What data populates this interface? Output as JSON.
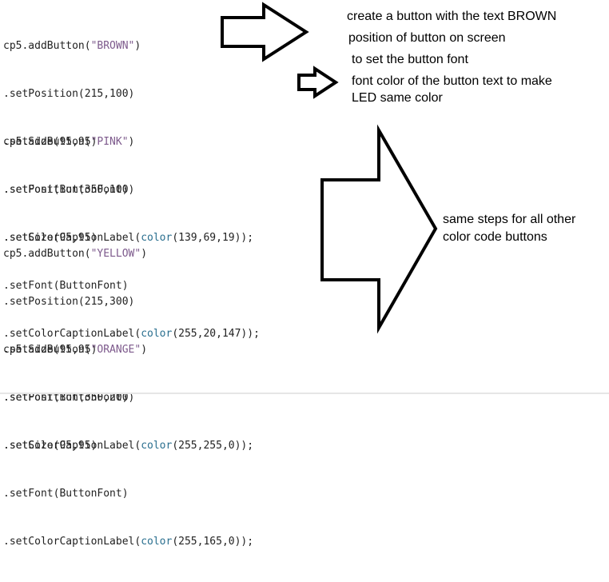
{
  "code": {
    "brown": {
      "line1_prefix": "cp5.addButton(",
      "line1_string": "\"BROWN\"",
      "line1_suffix": ")",
      "line2": ".setPosition(215,100)",
      "line3": ".setSize(95,95)",
      "line4": ".setFont(ButtonFont)",
      "line5_prefix": ".setColorCaptionLabel(",
      "line5_keyword": "color",
      "line5_suffix": "(139,69,19));"
    },
    "pink": {
      "line1_prefix": "cp5.addButton(",
      "line1_string": "\"PINK\"",
      "line1_suffix": ")",
      "line2": ".setPosition(350,100)",
      "line3": ".setSize(95,95)",
      "line4": ".setFont(ButtonFont)",
      "line5_prefix": ".setColorCaptionLabel(",
      "line5_keyword": "color",
      "line5_suffix": "(255,20,147));"
    },
    "yellow": {
      "line1_prefix": "cp5.addButton(",
      "line1_string": "\"YELLOW\"",
      "line1_suffix": ")",
      "line2": ".setPosition(215,300)",
      "line3": ".setSize(95,95)",
      "line4": ".setFont(ButtonFont)",
      "line5_prefix": ".setColorCaptionLabel(",
      "line5_keyword": "color",
      "line5_suffix": "(255,255,0));"
    },
    "orange": {
      "line1_prefix": "cp5.addButton(",
      "line1_string": "\"ORANGE\"",
      "line1_suffix": ")",
      "line2": ".setPosition(350,200)",
      "line3": ".setSize(95,95)",
      "line4": ".setFont(ButtonFont)",
      "line5_prefix": ".setColorCaptionLabel(",
      "line5_keyword": "color",
      "line5_suffix": "(255,165,0));"
    }
  },
  "notes": {
    "n1": "create a button with the text BROWN",
    "n2": "position of button on screen",
    "n3": "to set the button font",
    "n4": "font color of the button text to make",
    "n5": "LED same color",
    "n6": "same steps for all other",
    "n7": "color code buttons"
  },
  "colors": {
    "string": "#7d5a8c",
    "keyword": "#2a6f8f",
    "code_text": "#222222",
    "outline": "#000000"
  },
  "icons": [
    "right-arrow-icon",
    "small-right-arrow-icon",
    "big-right-arrow-icon"
  ]
}
